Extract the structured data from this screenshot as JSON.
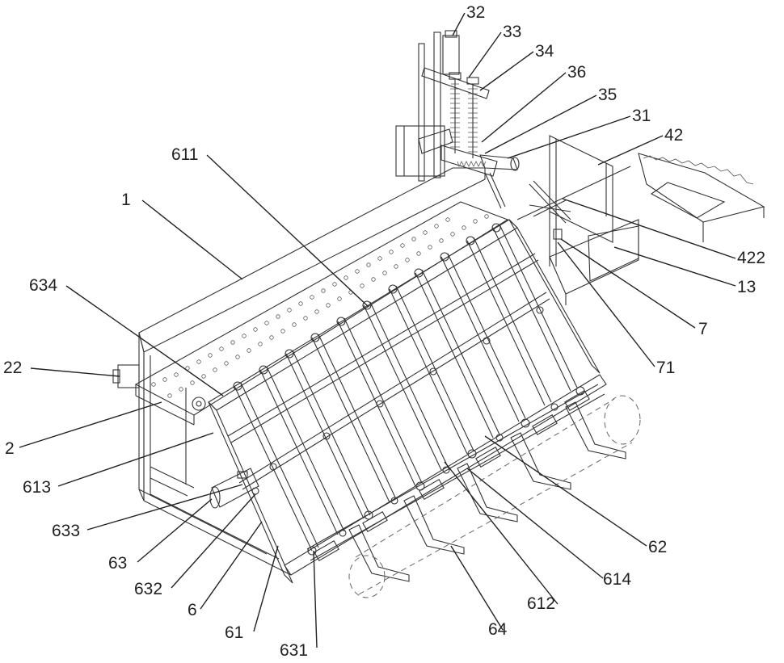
{
  "callouts": [
    {
      "id": "32",
      "text": "32"
    },
    {
      "id": "33",
      "text": "33"
    },
    {
      "id": "34",
      "text": "34"
    },
    {
      "id": "36",
      "text": "36"
    },
    {
      "id": "35",
      "text": "35"
    },
    {
      "id": "31",
      "text": "31"
    },
    {
      "id": "42",
      "text": "42"
    },
    {
      "id": "611",
      "text": "611"
    },
    {
      "id": "1",
      "text": "1"
    },
    {
      "id": "422",
      "text": "422"
    },
    {
      "id": "634",
      "text": "634"
    },
    {
      "id": "13",
      "text": "13"
    },
    {
      "id": "7",
      "text": "7"
    },
    {
      "id": "71",
      "text": "71"
    },
    {
      "id": "22",
      "text": "22"
    },
    {
      "id": "2",
      "text": "2"
    },
    {
      "id": "613",
      "text": "613"
    },
    {
      "id": "62",
      "text": "62"
    },
    {
      "id": "633",
      "text": "633"
    },
    {
      "id": "63",
      "text": "63"
    },
    {
      "id": "614",
      "text": "614"
    },
    {
      "id": "632",
      "text": "632"
    },
    {
      "id": "612",
      "text": "612"
    },
    {
      "id": "6",
      "text": "6"
    },
    {
      "id": "61",
      "text": "61"
    },
    {
      "id": "64",
      "text": "64"
    },
    {
      "id": "631",
      "text": "631"
    }
  ]
}
